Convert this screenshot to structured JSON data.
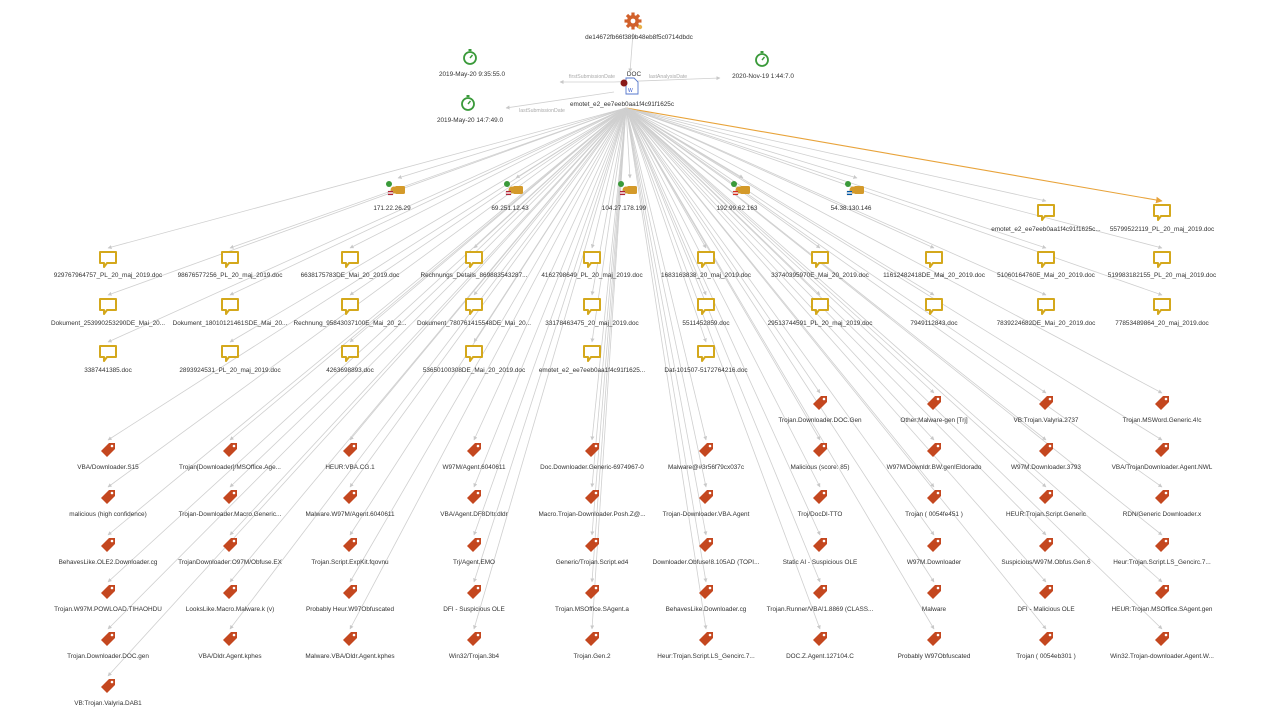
{
  "root": {
    "label": "de14672fb66f389b48eb8f5c0714dbdc",
    "icon": "gear-icon"
  },
  "dates": [
    {
      "label": "2019-May-20 9:35:55.0",
      "edge_label": "firstSubmissionDate",
      "icon": "stopwatch-icon"
    },
    {
      "label": "2020-Nov-19 1:44:7.0",
      "edge_label": "lastAnalysisDate",
      "icon": "stopwatch-icon"
    },
    {
      "label": "2019-May-20 14:7:49.0",
      "edge_label": "lastSubmissionDate",
      "icon": "stopwatch-icon"
    }
  ],
  "file": {
    "label": "emotet_e2_ee7eeb0aa1f4c91f1625c",
    "type_label": "DOC",
    "icon": "document-icon"
  },
  "ips": [
    {
      "label": "171.22.26.29",
      "flag": "#b22234"
    },
    {
      "label": "69.251.12.43",
      "flag": "#b22234"
    },
    {
      "label": "104.27.178.199",
      "flag": "#b22234"
    },
    {
      "label": "192.99.62.163",
      "flag": "#d52b1e"
    },
    {
      "label": "54.38.130.146",
      "flag": "#0055a4"
    }
  ],
  "docs": [
    "emotet_e2_ee7eeb0aa1f4c91f1625c...",
    "55799522119_PL_20_maj_2019.doc",
    "929767964757_PL_20_maj_2019.doc",
    "98676577256_PL_20_maj_2019.doc",
    "6638175783DE_Mai_20_2019.doc",
    "Rechnungs_Details_869883543287...",
    "4162798649_PL_20_maj_2019.doc",
    "1683163838_20_maj_2019.doc",
    "33740395970E_Mai_20_2019.doc",
    "11612482418DE_Mai_20_2019.doc",
    "51060164760E_Mai_20_2019.doc",
    "519983182155_PL_20_maj_2019.doc",
    "Dokument_253990253290DE_Mai_20...",
    "Dokument_18010121461SDE_Mai_20...",
    "Rechnung_95843037100E_Mai_20_2...",
    "Dokument_780761415548DE_Mai_20...",
    "33178463475_20_maj_2019.doc",
    "5511452859.doc",
    "29513744591_PL_20_maj_2019.doc",
    "7949112843.doc",
    "7839224682DE_Mai_20_2019.doc",
    "77853489864_20_maj_2019.doc",
    "3387441385.doc",
    "2893924531_PL_20_maj_2019.doc",
    "4263698893.doc",
    "53650100308DE_Mai_20_2019.doc",
    "emotet_e2_ee7eeb0aa1f4c91f1625...",
    "Dat-101507-5172764216.doc"
  ],
  "detections": [
    "Trojan.Downloader.DOC.Gen",
    "Other:Malware-gen [Trj]",
    "VB:Trojan.Valyria.2737",
    "Trojan.MSWord.Generic.4!c",
    "VBA/Downloader.S15",
    "Trojan[Downloader]/MSOffice.Age...",
    "HEUR:VBA.CG.1",
    "W97M/Agent.6040611",
    "Doc.Downloader.Generic-6974967-0",
    "Malware@#3r56f79cx037c",
    "Malicious (score: 85)",
    "W97M/Downldr.BW.gen!Eldorado",
    "W97M.Downloader.3793",
    "VBA/TrojanDownloader.Agent.NWL",
    "malicious (high confidence)",
    "Trojan-Downloader.Macro.Generic...",
    "Malware.W97M/Agent.6040611",
    "VBA/Agent.DF8D!tr.dldr",
    "Macro.Trojan-Downloader.Posh.Z@...",
    "Trojan-Downloader.VBA.Agent",
    "Troj/DocDl-TTO",
    "Trojan ( 0054fe451 )",
    "HEUR:Trojan.Script.Generic",
    "RDN/Generic Downloader.x",
    "BehavesLike.OLE2.Downloader.cg",
    "TrojanDownloader:O97M/Obfuse.EX",
    "Trojan.Script.ExpKit.fqovnu",
    "Trj/Agent.EMO",
    "Generic/Trojan.Script.ed4",
    "Downloader.Obfuse!8.105AD (TOPI...",
    "Static AI - Suspicious OLE",
    "W97M.Downloader",
    "Suspicious/W97M.Obfus.Gen.6",
    "Heur:Trojan.Script.LS_Gencirc.7...",
    "Trojan.W97M.POWLOAD.TIHAOHDU",
    "LooksLike.Macro.Malware.k (v)",
    "Probably Heur.W97Obfuscated",
    "DFI - Suspicious OLE",
    "Trojan.MSOffice.SAgent.a",
    "BehavesLike.Downloader.cg",
    "Trojan.Runner/VBA!1.8869 (CLASS...",
    "Malware",
    "DFI - Malicious OLE",
    "HEUR:Trojan.MSOffice.SAgent.gen",
    "Trojan.Downloader.DOC.gen",
    "VBA/Dldr.Agent.kphes",
    "Malware.VBA/Dldr.Agent.kphes",
    "Win32/Trojan.3b4",
    "Trojan.Gen.2",
    "Heur:Trojan.Script.LS_Gencirc.7...",
    "DOC.Z.Agent.127104.C",
    "Probably W97Obfuscated",
    "Trojan ( 0054eb301 )",
    "Win32.Trojan-downloader.Agent.W...",
    "VB:Trojan.Valyria.DAB1"
  ],
  "colors": {
    "doc_icon": "#d4a81c",
    "tag_icon": "#c4471f",
    "gear_icon": "#d1602a",
    "stopwatch_icon": "#3a9a3a",
    "edge": "#cfcfcf",
    "highlight_edge": "#e8a33a",
    "ip_badge": "#d49a2a"
  }
}
